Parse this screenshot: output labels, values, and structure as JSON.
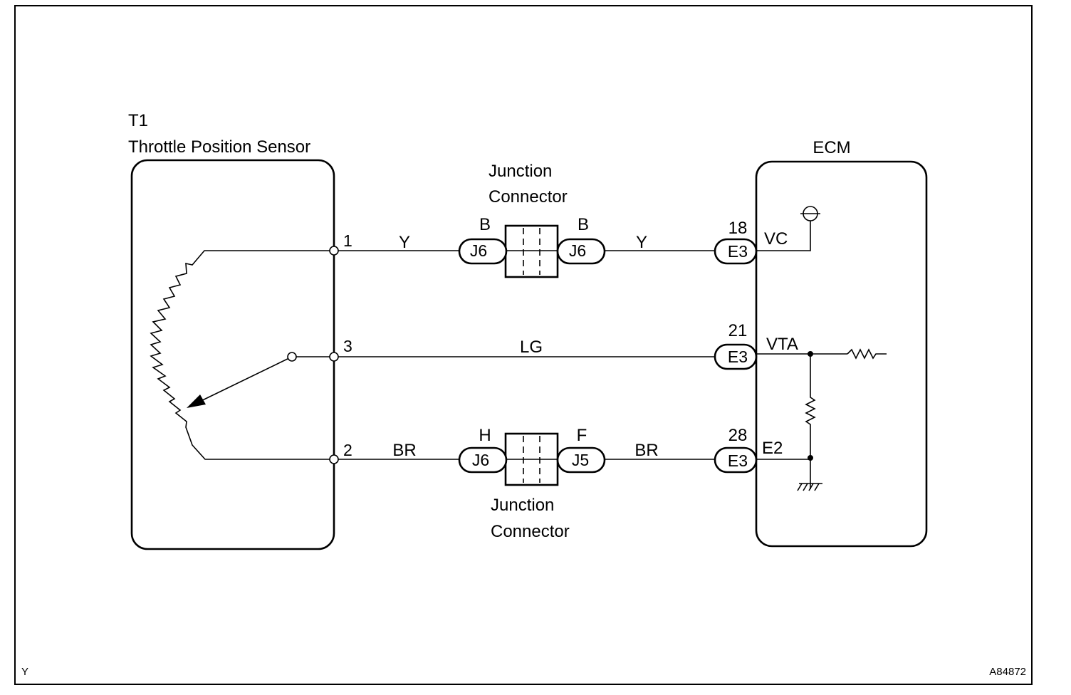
{
  "sensor": {
    "id": "T1",
    "name": "Throttle Position Sensor",
    "pins": [
      "1",
      "3",
      "2"
    ]
  },
  "ecm": {
    "name": "ECM",
    "terminals": [
      {
        "pin": "18",
        "connector": "E3",
        "signal": "VC"
      },
      {
        "pin": "21",
        "connector": "E3",
        "signal": "VTA"
      },
      {
        "pin": "28",
        "connector": "E3",
        "signal": "E2"
      }
    ]
  },
  "junction_top": {
    "title_line1": "Junction",
    "title_line2": "Connector",
    "left_pin": "B",
    "left_connector": "J6",
    "right_pin": "B",
    "right_connector": "J6"
  },
  "junction_bottom": {
    "title_line1": "Junction",
    "title_line2": "Connector",
    "left_pin": "H",
    "left_connector": "J6",
    "right_pin": "F",
    "right_connector": "J5"
  },
  "wires": {
    "vc_left": "Y",
    "vc_right": "Y",
    "vta": "LG",
    "e2_left": "BR",
    "e2_right": "BR"
  },
  "footer": {
    "left": "Y",
    "right": "A84872"
  }
}
